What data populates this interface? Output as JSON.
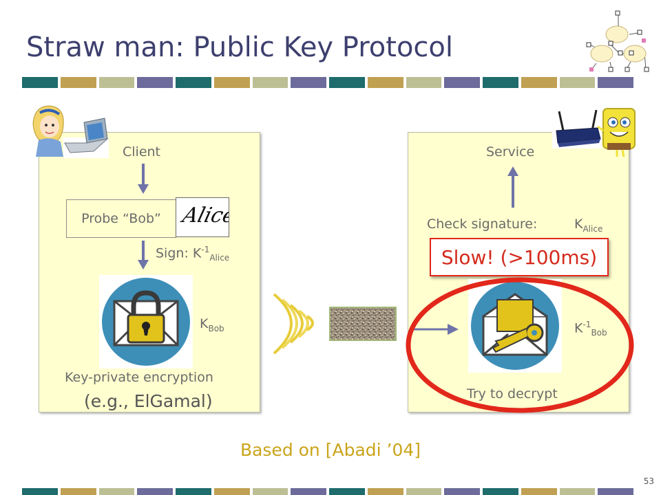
{
  "slide": {
    "title": "Straw man: Public Key Protocol",
    "credit": "Based on [Abadi ’04]",
    "page_number": "53"
  },
  "client": {
    "label": "Client",
    "probe_label": "Probe “Bob”",
    "signature_text": "Alice",
    "sign_prefix": "Sign:",
    "sign_key": "K",
    "sign_key_sup": "-1",
    "sign_key_sub": "Alice",
    "enc_key": "K",
    "enc_key_sub": "Bob",
    "encryption_label": "Key-private encryption",
    "encryption_example": "(e.g., ElGamal)"
  },
  "service": {
    "label": "Service",
    "check_label": "Check signature:",
    "check_key": "K",
    "check_key_sub": "Alice",
    "slow_label": "Slow! (>100ms)",
    "dec_key": "K",
    "dec_key_sup": "-1",
    "dec_key_sub": "Bob",
    "decrypt_label": "Try to decrypt"
  },
  "colors": {
    "title": "#3d3f6e",
    "panel_fill": "#ffffcf",
    "arrow": "#6e73a8",
    "highlight_red": "#e2271b",
    "credit": "#caa41a",
    "stripe": [
      "#1e6c6b",
      "#c0a052",
      "#bcbf94",
      "#6c6b9b"
    ]
  },
  "icons": [
    "network-diagram-icon",
    "alice-with-laptop-icon",
    "router-with-sponge-icon",
    "padlock-envelope-icon",
    "key-envelope-icon",
    "broadcast-waves-icon",
    "noise-ciphertext-icon"
  ]
}
